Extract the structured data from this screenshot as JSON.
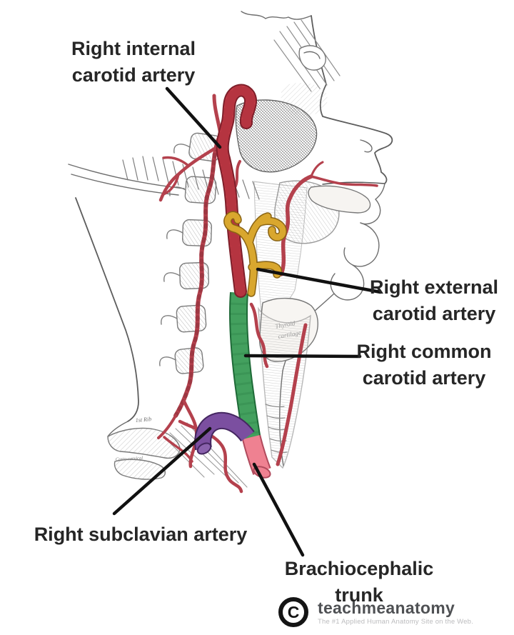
{
  "labels": {
    "internal_carotid": {
      "line1": "Right internal",
      "line2": "carotid artery"
    },
    "external_carotid": {
      "line1": "Right external",
      "line2": "carotid artery"
    },
    "common_carotid": {
      "line1": "Right common",
      "line2": "carotid artery"
    },
    "subclavian": {
      "text": "Right subclavian artery"
    },
    "brachiocephalic": {
      "text": "Brachiocephalic trunk"
    }
  },
  "arteries": [
    {
      "id": "internal-carotid",
      "name": "Right internal carotid artery",
      "highlight_color": "#c43b47"
    },
    {
      "id": "external-carotid",
      "name": "Right external carotid artery",
      "highlight_color": "#d9a72e"
    },
    {
      "id": "common-carotid",
      "name": "Right common carotid artery",
      "highlight_color": "#43a05e"
    },
    {
      "id": "subclavian",
      "name": "Right subclavian artery",
      "highlight_color": "#7b4fa0"
    },
    {
      "id": "brachiocephalic-trunk",
      "name": "Brachiocephalic trunk",
      "highlight_color": "#ef8191"
    }
  ],
  "engraving_annotations": {
    "rib": "1st Rib",
    "costo": "Costo-cervical",
    "thyroid_line1": "Thyroid",
    "thyroid_line2": "cartilage"
  },
  "branding": {
    "copyright_symbol": "C",
    "name": "teachmeanatomy",
    "tagline": "The #1 Applied Human Anatomy Site on the Web."
  }
}
